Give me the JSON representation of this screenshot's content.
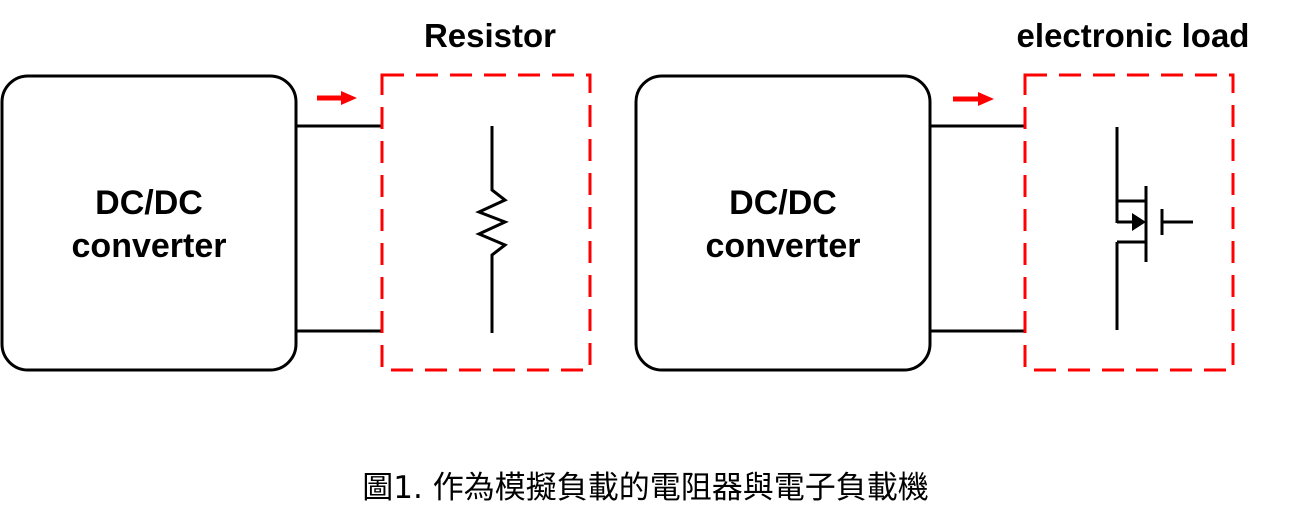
{
  "diagrams": [
    {
      "title": "Resistor",
      "source_label_line1": "DC/DC",
      "source_label_line2": "converter",
      "load_type": "resistor",
      "load_symbol": "resistor-icon"
    },
    {
      "title": "electronic load",
      "source_label_line1": "DC/DC",
      "source_label_line2": "converter",
      "load_type": "mosfet",
      "load_symbol": "mosfet-icon"
    }
  ],
  "caption": "圖1. 作為模擬負載的電阻器與電子負載機",
  "colors": {
    "dashed_box": "#ff0000",
    "arrow": "#ff0000",
    "lines": "#000000"
  }
}
